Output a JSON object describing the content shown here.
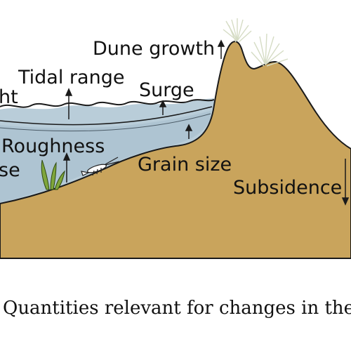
{
  "labels": {
    "dune_growth": "Dune growth",
    "tidal_range": "Tidal range",
    "height_fragment": "ht",
    "surge": "Surge",
    "roughness": "Roughness",
    "rise_fragment": "se",
    "grain_size": "Grain size",
    "subsidence": "Subsidence"
  },
  "caption": "Quantities relevant for changes in the sa",
  "colors": {
    "sand": "#c9a45c",
    "water": "#b9cdd9",
    "water_dark": "#9fb8c7",
    "outline": "#1a1a1a",
    "dune_grass": "#d5dcc4",
    "seagrass": "#7fa63b"
  }
}
